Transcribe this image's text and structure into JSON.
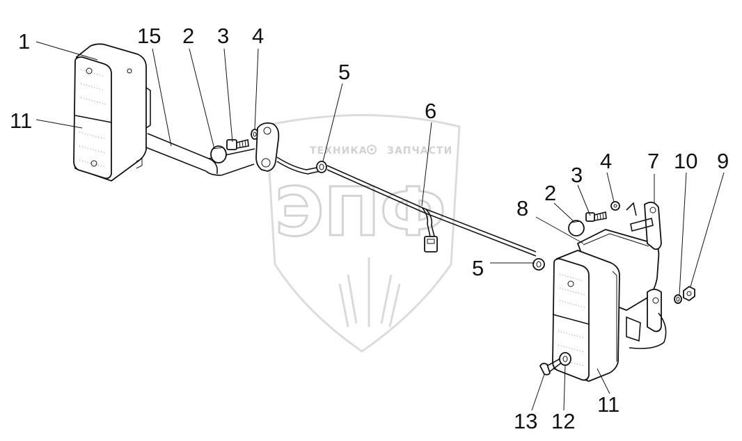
{
  "watermark": {
    "left_text": "ТЕХНИКА",
    "right_text": "ЗАПЧАСТИ",
    "logo_letters": "ЭПФ",
    "gear_icon": "gear-icon"
  },
  "callouts": [
    {
      "id": "c1",
      "text": "1"
    },
    {
      "id": "c15",
      "text": "15"
    },
    {
      "id": "c2a",
      "text": "2"
    },
    {
      "id": "c3a",
      "text": "3"
    },
    {
      "id": "c4a",
      "text": "4"
    },
    {
      "id": "c11a",
      "text": "11"
    },
    {
      "id": "c5a",
      "text": "5"
    },
    {
      "id": "c6",
      "text": "6"
    },
    {
      "id": "c2b",
      "text": "2"
    },
    {
      "id": "c3b",
      "text": "3"
    },
    {
      "id": "c4b",
      "text": "4"
    },
    {
      "id": "c7",
      "text": "7"
    },
    {
      "id": "c10",
      "text": "10"
    },
    {
      "id": "c9",
      "text": "9"
    },
    {
      "id": "c8",
      "text": "8"
    },
    {
      "id": "c5b",
      "text": "5"
    },
    {
      "id": "c13",
      "text": "13"
    },
    {
      "id": "c12",
      "text": "12"
    },
    {
      "id": "c11b",
      "text": "11"
    }
  ]
}
